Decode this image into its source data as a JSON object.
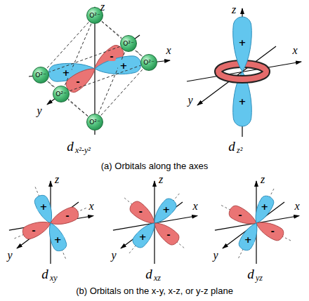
{
  "diagram": {
    "nodes": [
      {
        "text": [
          "O²⁻"
        ]
      },
      {
        "text": [
          "O²⁻"
        ]
      },
      {
        "text": [
          "O²⁻"
        ]
      },
      {
        "text": [
          "O²⁻"
        ]
      },
      {
        "text": [
          "O²⁻"
        ]
      },
      {
        "text": [
          "O²⁻"
        ]
      }
    ],
    "edges": [
      {
        "from": 0,
        "to": 1,
        "arrow": "none"
      },
      {
        "from": 0,
        "to": 2,
        "arrow": "none"
      },
      {
        "from": 0,
        "to": 3,
        "arrow": "none"
      },
      {
        "from": 0,
        "to": 4,
        "arrow": "none"
      },
      {
        "from": 5,
        "to": 1,
        "arrow": "none"
      },
      {
        "from": 5,
        "to": 2,
        "arrow": "none"
      },
      {
        "from": 5,
        "to": 3,
        "arrow": "none"
      },
      {
        "from": 5,
        "to": 4,
        "arrow": "none"
      },
      {
        "from": 3,
        "to": 4,
        "arrow": "none"
      },
      {
        "from": 4,
        "to": 2,
        "arrow": "none"
      },
      {
        "from": 2,
        "to": 1,
        "arrow": "none"
      },
      {
        "from": 1,
        "to": 3,
        "arrow": "none"
      }
    ],
    "labels": [
      "z",
      "x",
      "y",
      "+",
      "+",
      "-",
      "-",
      "d",
      "x²-y²",
      "z",
      "x",
      "y",
      "+",
      "+",
      "d",
      "z²",
      "(a) Orbitals along the axes",
      "z",
      "x",
      "y",
      "+",
      "+",
      "-",
      "-",
      "d",
      "xy",
      "z",
      "x",
      "y",
      "+",
      "+",
      "-",
      "-",
      "d",
      "xz",
      "z",
      "x",
      "y",
      "+",
      "+",
      "-",
      "-",
      "d",
      "yz",
      "(b) Orbitals on the x-y, x-z, or y-z plane"
    ]
  }
}
